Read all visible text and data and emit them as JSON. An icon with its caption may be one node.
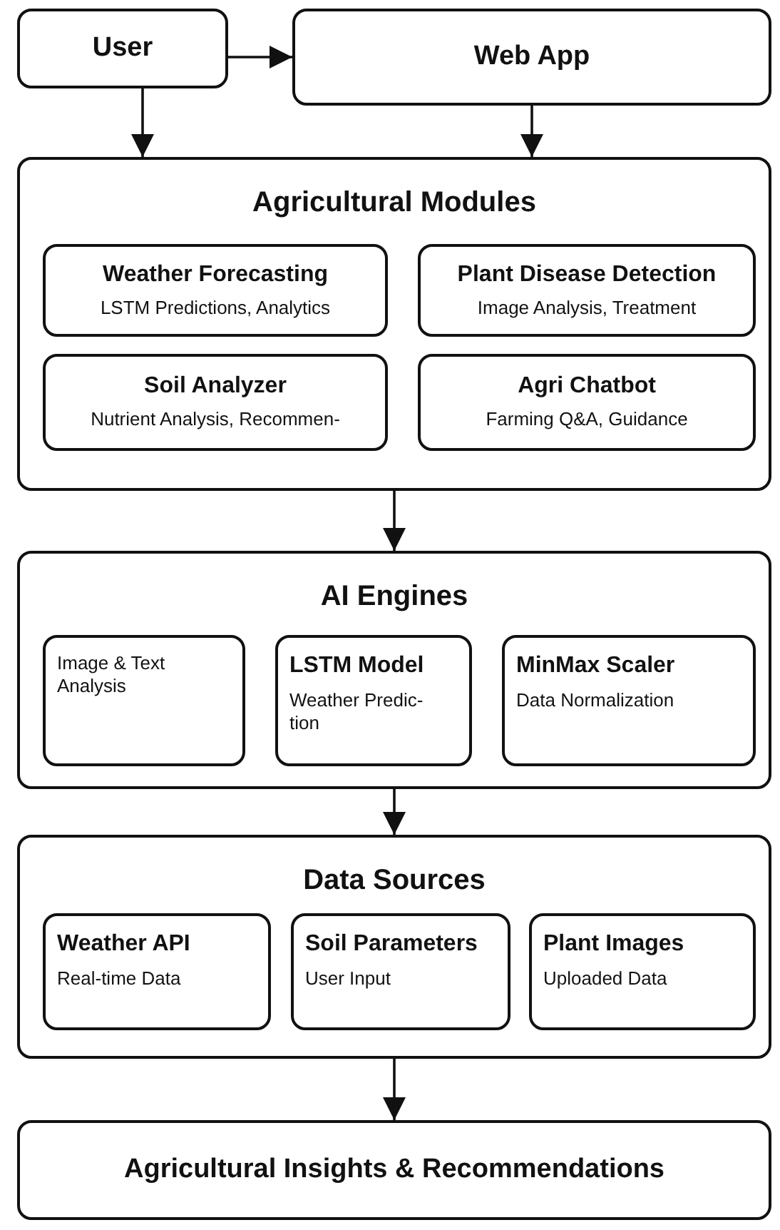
{
  "diagram": {
    "nodes": [
      {
        "text": [
          "User"
        ]
      },
      {
        "text": [
          "Web App"
        ]
      },
      {
        "text": [
          "Agricultural Modules"
        ]
      },
      {
        "text": [
          "Weather Forecasting",
          "LSTM Predictions, Analytics"
        ],
        "in": 2
      },
      {
        "text": [
          "Plant Disease Detection",
          "Image Analysis, Treatment"
        ],
        "in": 2
      },
      {
        "text": [
          "Soil Analyzer",
          "Nutrient Analysis, Recommen-"
        ],
        "in": 2
      },
      {
        "text": [
          "Agri Chatbot",
          "Farming Q&A, Guidance"
        ],
        "in": 2
      },
      {
        "text": [
          "AI Engines"
        ]
      },
      {
        "text": [
          "Image & Text Analysis"
        ],
        "in": 7
      },
      {
        "text": [
          "LSTM Model",
          "Weather Predic- tion"
        ],
        "in": 7
      },
      {
        "text": [
          "MinMax Scaler",
          "Data Normalization"
        ],
        "in": 7
      },
      {
        "text": [
          "Data Sources"
        ]
      },
      {
        "text": [
          "Weather API",
          "Real-time Data"
        ],
        "in": 11
      },
      {
        "text": [
          "Soil Parameters",
          "User Input"
        ],
        "in": 11
      },
      {
        "text": [
          "Plant Images",
          "Uploaded Data"
        ],
        "in": 11
      },
      {
        "text": [
          "Agricultural Insights & Recommendations"
        ]
      }
    ],
    "edges": [
      {
        "from": 0,
        "to": 1,
        "arrow": "to"
      },
      {
        "from": 0,
        "to": 2,
        "arrow": "to"
      },
      {
        "from": 1,
        "to": 2,
        "arrow": "to"
      },
      {
        "from": 2,
        "to": 7,
        "arrow": "to"
      },
      {
        "from": 7,
        "to": 11,
        "arrow": "to"
      },
      {
        "from": 11,
        "to": 15,
        "arrow": "to"
      }
    ]
  }
}
